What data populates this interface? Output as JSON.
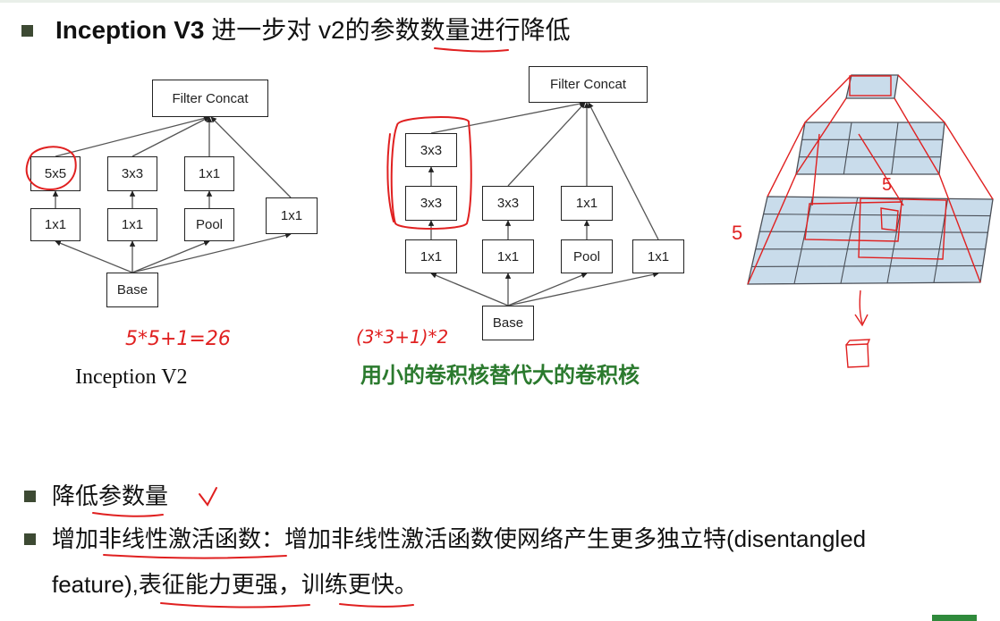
{
  "slide": {
    "title_bold": "Inception V3",
    "title_rest": " 进一步对 v2的参数数量进行降低",
    "bullets": [
      {
        "text": "降低参数量"
      },
      {
        "text": "增加非线性激活函数：增加非线性激活函数使网络产生更多独立特(disentangled"
      },
      {
        "text": "feature),表征能力更强，训练更快。"
      }
    ]
  },
  "diagram_v2": {
    "caption": "Inception  V2",
    "nodes": {
      "concat": "Filter Concat",
      "c5x5": "5x5",
      "c3x3": "3x3",
      "c1x1_top": "1x1",
      "c1x1_a": "1x1",
      "c1x1_b": "1x1",
      "pool": "Pool",
      "c1x1_side": "1x1",
      "base": "Base"
    }
  },
  "diagram_v3": {
    "caption": "用小的卷积核替代大的卷积核",
    "nodes": {
      "concat": "Filter Concat",
      "c3x3_top": "3x3",
      "c3x3_mid": "3x3",
      "c3x3_b": "3x3",
      "c1x1_top": "1x1",
      "c1x1_a": "1x1",
      "c1x1_b": "1x1",
      "pool": "Pool",
      "c1x1_side": "1x1",
      "base": "Base"
    }
  },
  "annotations": {
    "v2_params": "5*5+1=26",
    "v3_params": "(3*3+1)*2",
    "grid_label_left": "5",
    "grid_label_top": "5"
  },
  "colors": {
    "ink": "#e02020",
    "caption_green": "#2b7a2e",
    "grid_fill": "#c9dceb",
    "grid_line": "#4a4f57"
  }
}
